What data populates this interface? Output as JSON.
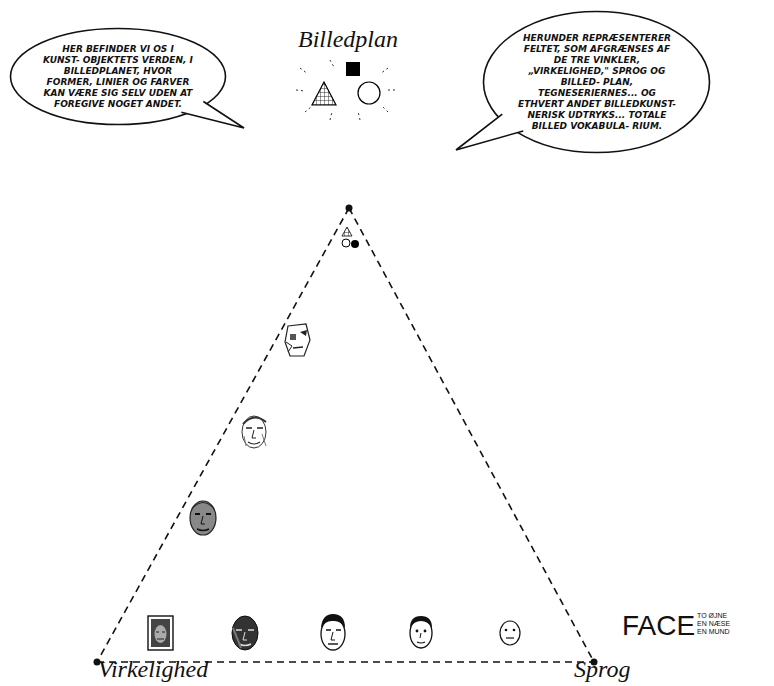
{
  "diagram": {
    "nodes": [
      {
        "text": [
          "HER BEFINDER VI OS I KUNST- OBJEKTETS VERDEN, I BILLEDPLANET, HVOR FORMER, LINIER OG FARVER KAN VÆRE SIG SELV UDEN AT FOREGIVE NOGET ANDET."
        ]
      },
      {
        "text": [
          "HERUNDER REPRÆSENTERER FELTET, SOM AFGRÆNSES AF DE TRE VINKLER, „VIRKELIGHED,\" SPROG OG BILLED- PLAN, TEGNESERIERNES... OG ETHVERT ANDET BILLEDKUNST- NERISK UDTRYKS... TOTALE BILLED VOKABULA- RIUM."
        ]
      }
    ],
    "labels": [
      "Billedplan",
      "Virkelighed",
      "Sprog",
      "FACE",
      "TO ØJNE EN NÆSE EN MUND"
    ]
  }
}
